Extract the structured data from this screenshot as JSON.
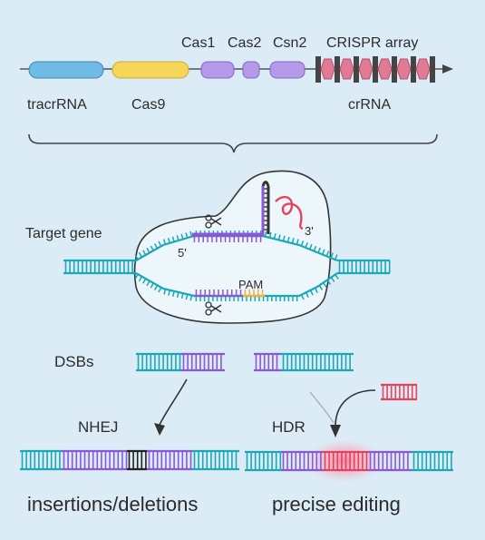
{
  "operon": {
    "genes": [
      "Cas1",
      "Cas2",
      "Csn2"
    ],
    "array_label": "CRISPR array",
    "tracr_label": "tracrRNA",
    "cas9_label": "Cas9",
    "crrna_label": "crRNA"
  },
  "complex": {
    "target_label": "Target gene",
    "five_prime": "5'",
    "three_prime": "3'",
    "pam_label": "PAM"
  },
  "repair": {
    "dsb_label": "DSBs",
    "nhej_label": "NHEJ",
    "hdr_label": "HDR",
    "nhej_outcome": "insertions/deletions",
    "hdr_outcome": "precise editing"
  },
  "colors": {
    "teal": "#1ba8b5",
    "purple": "#8a57d6",
    "lavender": "#b49ae8",
    "blue_gene": "#6fbbe6",
    "yellow_gene": "#f6d658",
    "red": "#e8425a",
    "pink": "#e07a95",
    "pam": "#f0b040",
    "dark": "#333333"
  }
}
